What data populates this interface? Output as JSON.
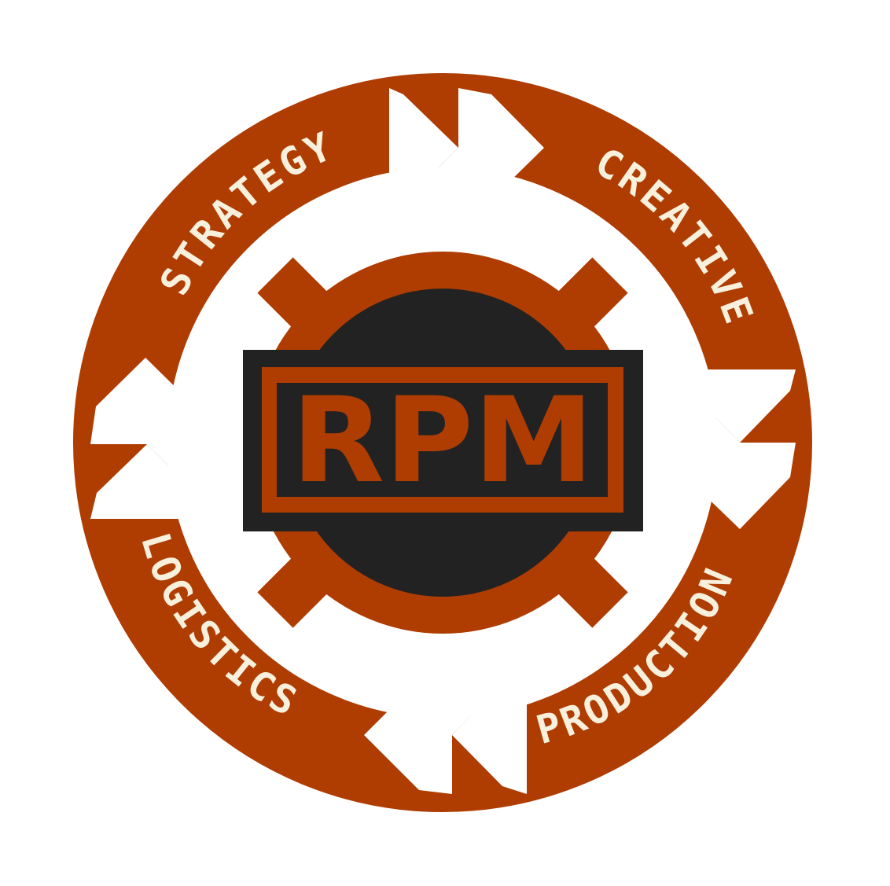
{
  "logo": {
    "brand": "RPM",
    "segments": [
      {
        "id": "strategy",
        "label": "STRATEGY"
      },
      {
        "id": "creative",
        "label": "CREATIVE"
      },
      {
        "id": "production",
        "label": "PRODUCTION"
      },
      {
        "id": "logistics",
        "label": "LOGISTICS"
      }
    ]
  },
  "colors": {
    "primary": "#AF3D02",
    "dark": "#222222",
    "label_text": "#F7F0DC",
    "background": "#FFFFFF"
  }
}
